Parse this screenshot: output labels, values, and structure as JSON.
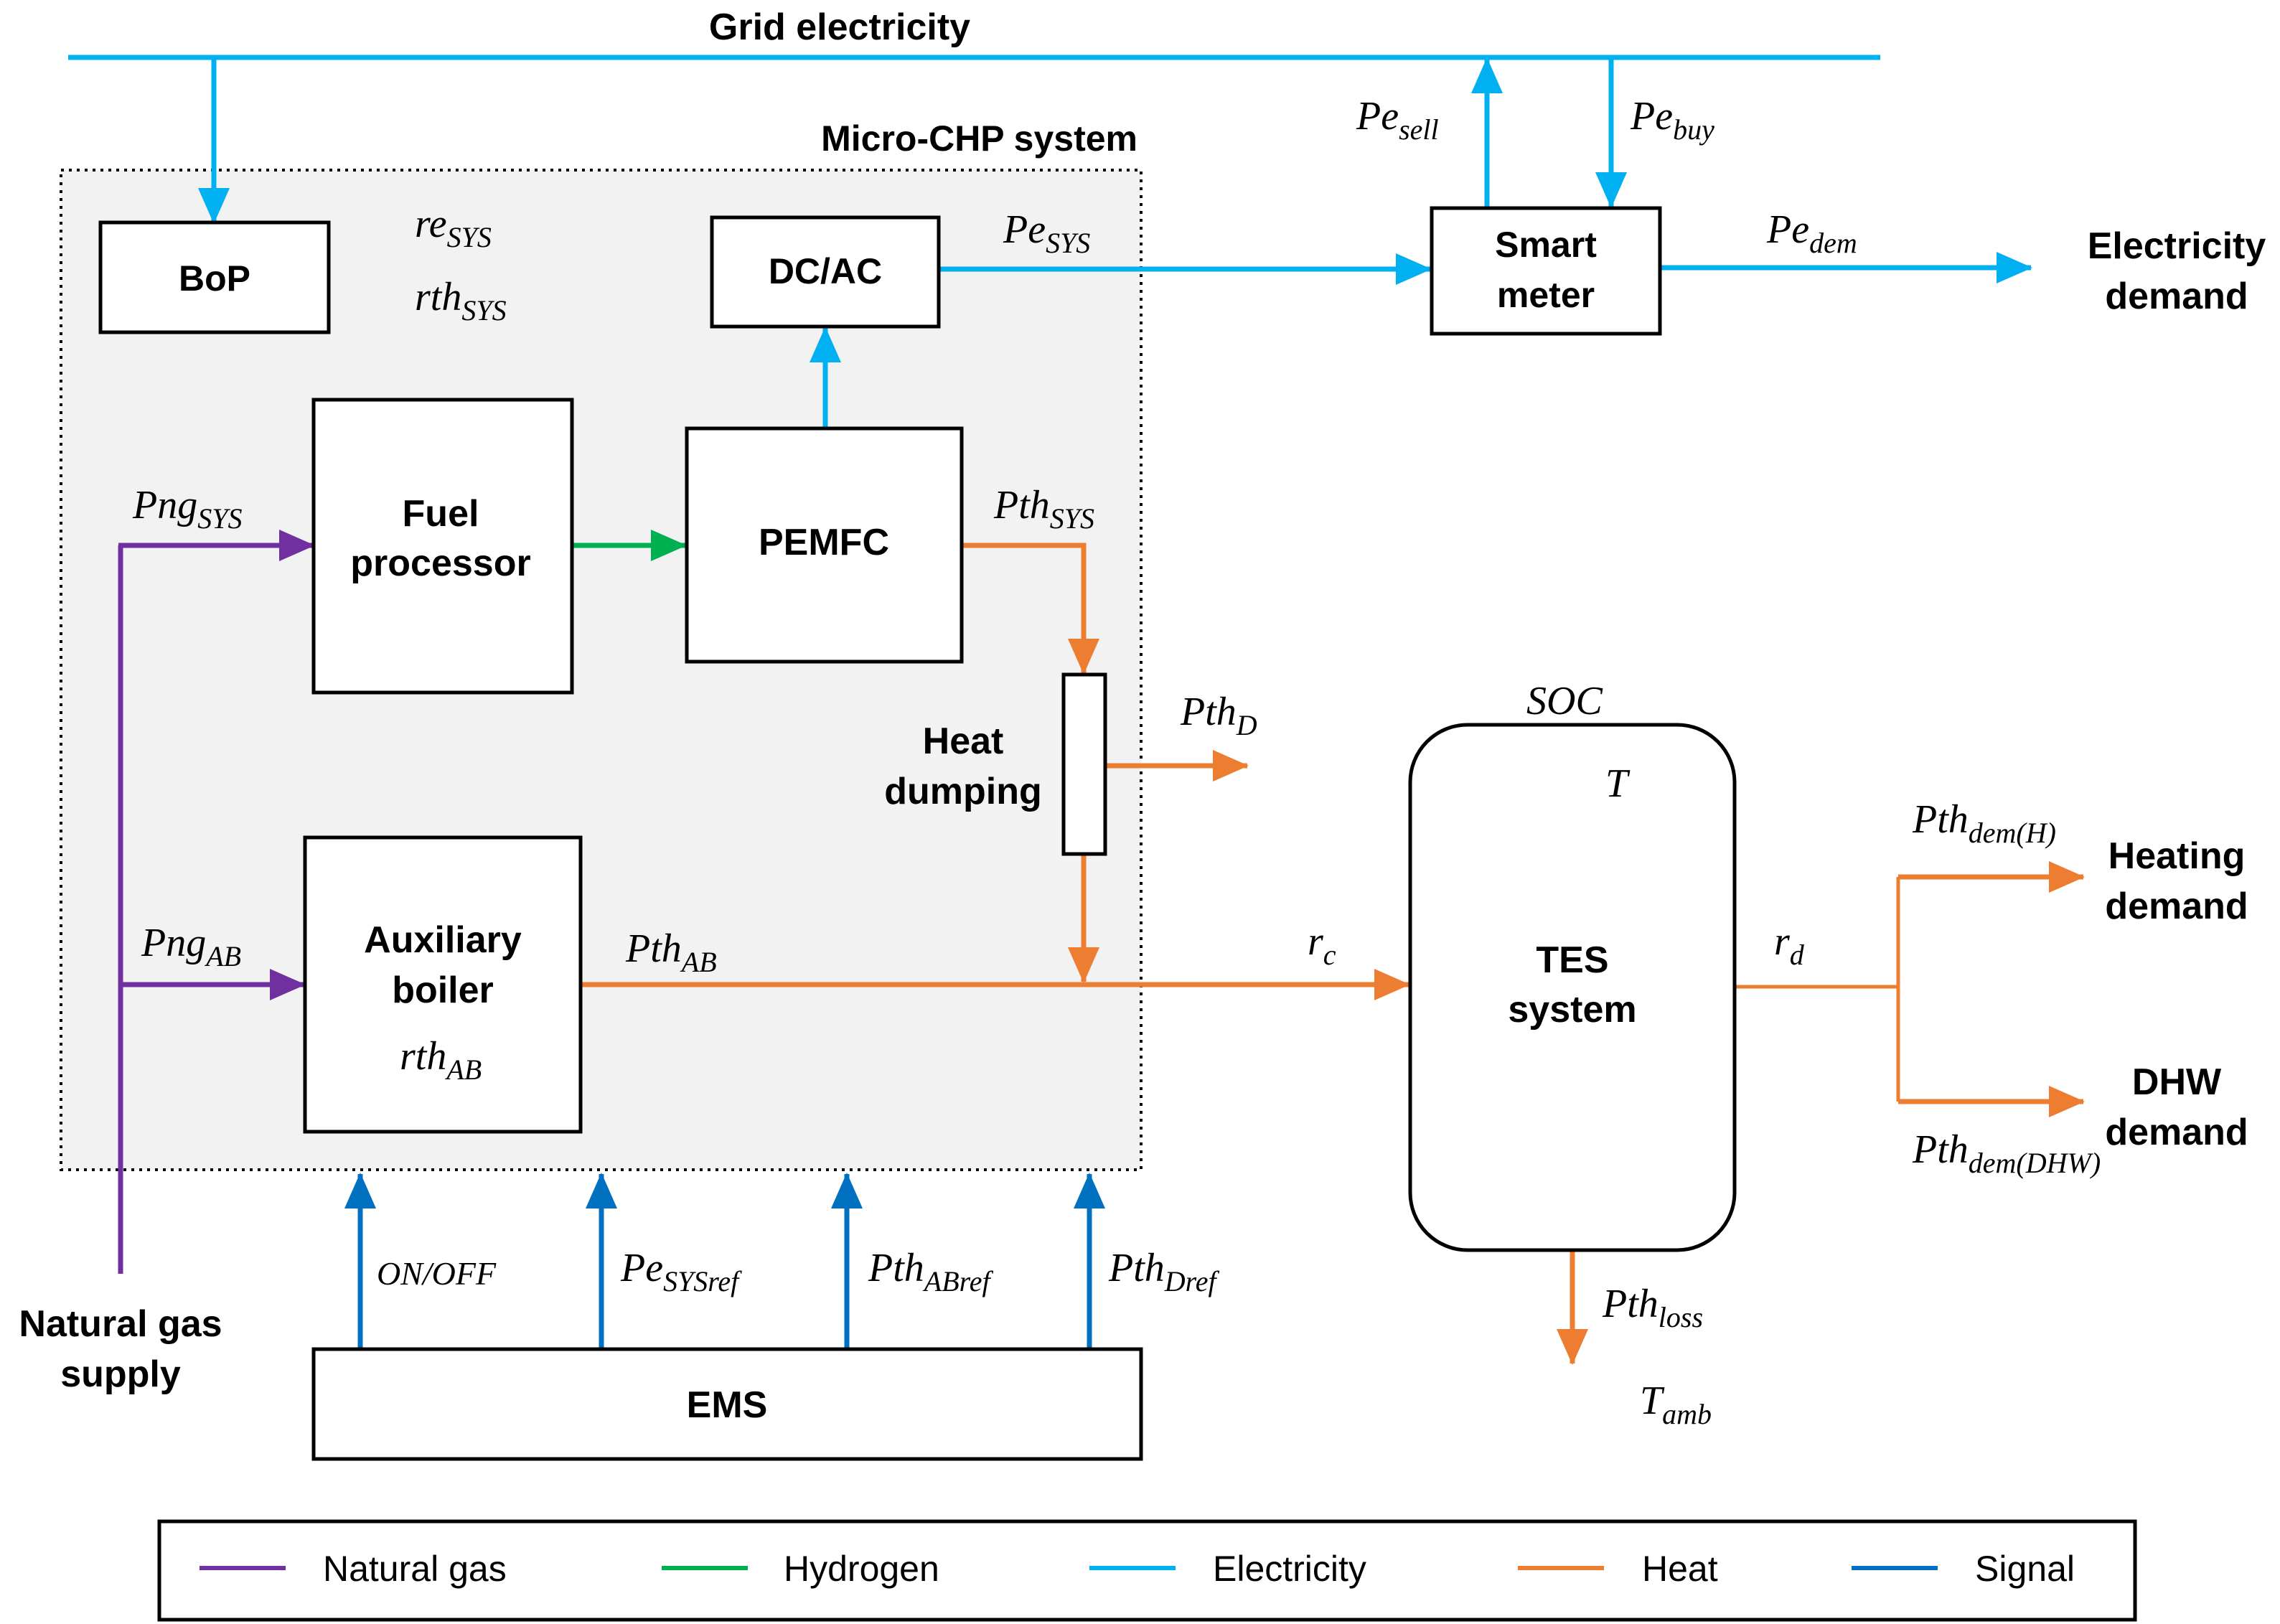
{
  "title": "Grid electricity",
  "micro_chp_label": "Micro-CHP system",
  "colors": {
    "natural_gas": "#7030A0",
    "hydrogen": "#00B050",
    "electricity": "#00B0F0",
    "heat": "#ED7D31",
    "signal": "#0070C0",
    "system_fill": "#F2F2F2"
  },
  "blocks": {
    "bop": "BoP",
    "dcac": "DC/AC",
    "smart_meter": [
      "Smart",
      "meter"
    ],
    "fuel_processor": [
      "Fuel",
      "processor"
    ],
    "pemfc": "PEMFC",
    "heat_dumping": [
      "Heat",
      "dumping"
    ],
    "auxiliary_boiler": [
      "Auxiliary",
      "boiler"
    ],
    "tes": [
      "TES",
      "system"
    ],
    "ems": "EMS"
  },
  "endpoints": {
    "electricity_demand": [
      "Electricity",
      "demand"
    ],
    "heating_demand": [
      "Heating",
      "demand"
    ],
    "dhw_demand": [
      "DHW",
      "demand"
    ],
    "natural_gas_supply": [
      "Natural gas",
      "supply"
    ]
  },
  "variables": {
    "re_sys": {
      "base": "re",
      "sub": "SYS"
    },
    "rth_sys": {
      "base": "rth",
      "sub": "SYS"
    },
    "pe_sys": {
      "base": "Pe",
      "sub": "SYS"
    },
    "pe_sell": {
      "base": "Pe",
      "sub": "sell"
    },
    "pe_buy": {
      "base": "Pe",
      "sub": "buy"
    },
    "pe_dem": {
      "base": "Pe",
      "sub": "dem"
    },
    "png_sys": {
      "base": "Png",
      "sub": "SYS"
    },
    "pth_sys": {
      "base": "Pth",
      "sub": "SYS"
    },
    "pth_d": {
      "base": "Pth",
      "sub": "D"
    },
    "png_ab": {
      "base": "Png",
      "sub": "AB"
    },
    "pth_ab": {
      "base": "Pth",
      "sub": "AB"
    },
    "rth_ab": {
      "base": "rth",
      "sub": "AB"
    },
    "r_c": {
      "base": "r",
      "sub": "c"
    },
    "r_d": {
      "base": "r",
      "sub": "d"
    },
    "soc": "SOC",
    "t": "T",
    "pth_dem_h": {
      "base": "Pth",
      "sub": "dem(H)"
    },
    "pth_dem_dhw": {
      "base": "Pth",
      "sub": "dem(DHW)"
    },
    "pth_loss": {
      "base": "Pth",
      "sub": "loss"
    },
    "t_amb": {
      "base": "T",
      "sub": "amb"
    },
    "on_off": "ON/OFF",
    "pe_sys_ref": {
      "base": "Pe",
      "sub": "SYSref"
    },
    "pth_ab_ref": {
      "base": "Pth",
      "sub": "ABref"
    },
    "pth_d_ref": {
      "base": "Pth",
      "sub": "Dref"
    }
  },
  "legend": [
    {
      "label": "Natural gas",
      "color": "#7030A0"
    },
    {
      "label": "Hydrogen",
      "color": "#00B050"
    },
    {
      "label": "Electricity",
      "color": "#00B0F0"
    },
    {
      "label": "Heat",
      "color": "#ED7D31"
    },
    {
      "label": "Signal",
      "color": "#0070C0"
    }
  ]
}
